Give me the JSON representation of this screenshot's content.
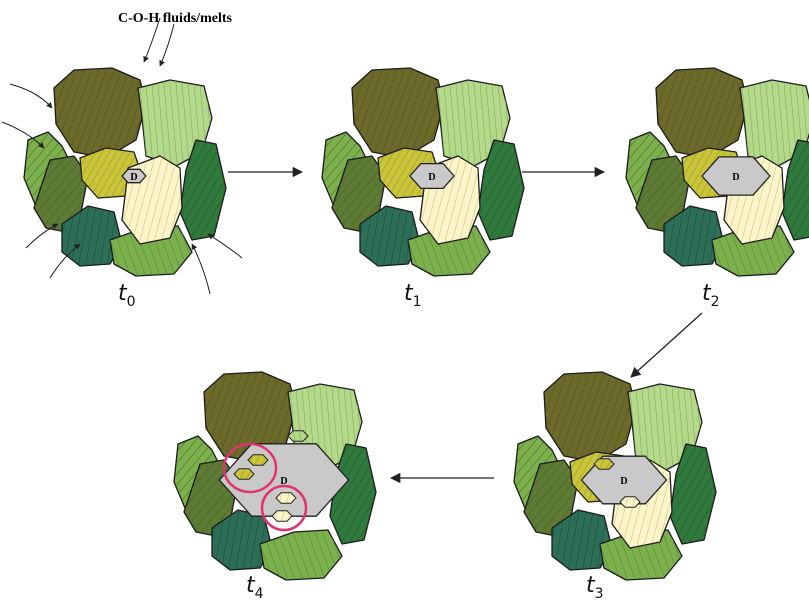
{
  "figure": {
    "title": "C-O-H fluids/melts",
    "diamond_label": "D"
  },
  "stages": [
    {
      "id": "t0",
      "label_main": "t",
      "label_sub": "0",
      "diamond_scale": 0.35,
      "show_yellow": true,
      "show_cream": true,
      "inclusions": false,
      "fluid_arrows": true
    },
    {
      "id": "t1",
      "label_main": "t",
      "label_sub": "1",
      "diamond_scale": 0.65,
      "show_yellow": true,
      "show_cream": true,
      "inclusions": false,
      "fluid_arrows": false
    },
    {
      "id": "t2",
      "label_main": "t",
      "label_sub": "2",
      "diamond_scale": 1.0,
      "show_yellow": true,
      "show_cream": true,
      "inclusions": false,
      "fluid_arrows": false
    },
    {
      "id": "t3",
      "label_main": "t",
      "label_sub": "3",
      "diamond_scale": 1.25,
      "show_yellow": true,
      "show_cream": true,
      "inclusions": true,
      "fluid_arrows": false
    },
    {
      "id": "t4",
      "label_main": "t",
      "label_sub": "4",
      "diamond_scale": 1.9,
      "show_yellow": false,
      "show_cream": false,
      "inclusions": true,
      "fluid_arrows": false
    }
  ],
  "colors": {
    "olive_dark": "#6b6a2a",
    "olive_hatch": "#4a4a18",
    "green_light": "#b4d98b",
    "green_light_hatch": "#6f9e4d",
    "green_mid": "#7bb04d",
    "green_dark": "#2f7a3c",
    "green_dark_hatch": "#1f5228",
    "teal": "#2d6e58",
    "teal_hatch": "#174437",
    "olive_mid": "#5e7b35",
    "yellow": "#c9c43a",
    "yellow_hatch": "#8e8a20",
    "cream": "#fbf5c9",
    "cream_hatch": "#b4ab6d",
    "diamond": "#c9c9c9",
    "circle": "#e0336f"
  }
}
